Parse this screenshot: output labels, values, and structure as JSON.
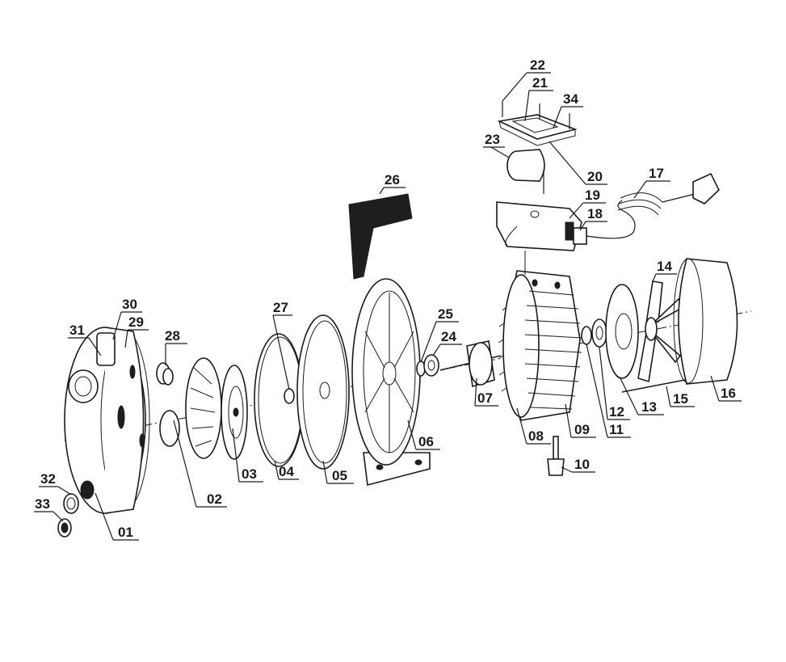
{
  "diagram": {
    "parts": [
      {
        "id": "p01",
        "label": "01"
      },
      {
        "id": "p02",
        "label": "02"
      },
      {
        "id": "p03",
        "label": "03"
      },
      {
        "id": "p04",
        "label": "04"
      },
      {
        "id": "p05",
        "label": "05"
      },
      {
        "id": "p06",
        "label": "06"
      },
      {
        "id": "p07",
        "label": "07"
      },
      {
        "id": "p08",
        "label": "08"
      },
      {
        "id": "p09",
        "label": "09"
      },
      {
        "id": "p10",
        "label": "10"
      },
      {
        "id": "p11",
        "label": "11"
      },
      {
        "id": "p12",
        "label": "12"
      },
      {
        "id": "p13",
        "label": "13"
      },
      {
        "id": "p14",
        "label": "14"
      },
      {
        "id": "p15",
        "label": "15"
      },
      {
        "id": "p16",
        "label": "16"
      },
      {
        "id": "p17",
        "label": "17"
      },
      {
        "id": "p18",
        "label": "18"
      },
      {
        "id": "p19",
        "label": "19"
      },
      {
        "id": "p20",
        "label": "20"
      },
      {
        "id": "p21",
        "label": "21"
      },
      {
        "id": "p22",
        "label": "22"
      },
      {
        "id": "p23",
        "label": "23"
      },
      {
        "id": "p24",
        "label": "24"
      },
      {
        "id": "p25",
        "label": "25"
      },
      {
        "id": "p26",
        "label": "26"
      },
      {
        "id": "p27",
        "label": "27"
      },
      {
        "id": "p28",
        "label": "28"
      },
      {
        "id": "p29",
        "label": "29"
      },
      {
        "id": "p30",
        "label": "30"
      },
      {
        "id": "p31",
        "label": "31"
      },
      {
        "id": "p32",
        "label": "32"
      },
      {
        "id": "p33",
        "label": "33"
      },
      {
        "id": "p34",
        "label": "34"
      }
    ]
  },
  "colors": {
    "line": "#1a1a1a",
    "background": "#ffffff",
    "fill_dark": "#1e1e1e"
  }
}
